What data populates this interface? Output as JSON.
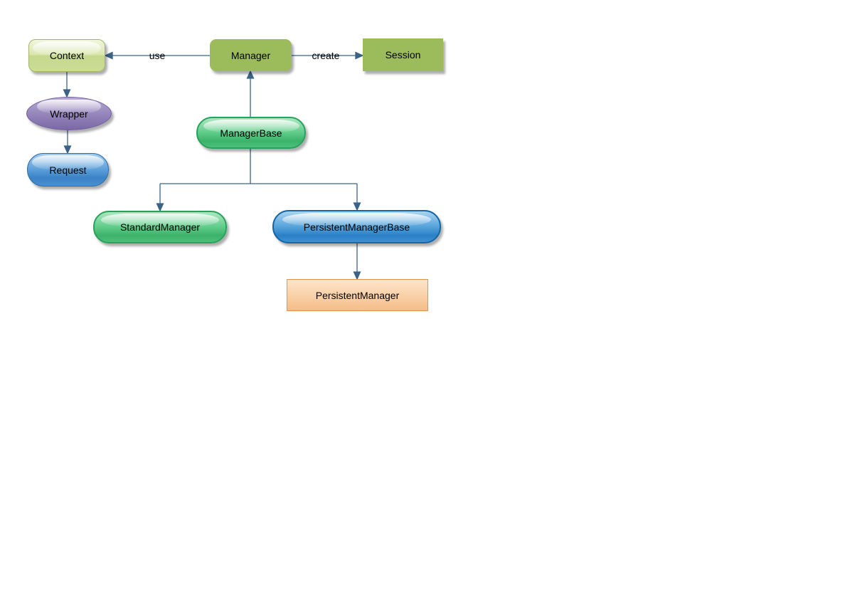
{
  "diagram": {
    "nodes": {
      "context": {
        "label": "Context",
        "shape": "rounded-rect",
        "color": "#cfe09e"
      },
      "manager": {
        "label": "Manager",
        "shape": "rounded-rect",
        "color": "#9cbb5a"
      },
      "session": {
        "label": "Session",
        "shape": "rect",
        "color": "#9cbb5a"
      },
      "wrapper": {
        "label": "Wrapper",
        "shape": "ellipse",
        "color": "#9384ba"
      },
      "request": {
        "label": "Request",
        "shape": "pill",
        "color": "#5c9fd8"
      },
      "manager_base": {
        "label": "ManagerBase",
        "shape": "pill",
        "color": "#5fcc89"
      },
      "standard_manager": {
        "label": "StandardManager",
        "shape": "pill",
        "color": "#5fcc89"
      },
      "persistent_manager_base": {
        "label": "PersistentManagerBase",
        "shape": "pill",
        "color": "#55a3db"
      },
      "persistent_manager": {
        "label": "PersistentManager",
        "shape": "rect",
        "color": "#f9d0a6"
      }
    },
    "edge_labels": {
      "use": "use",
      "create": "create"
    },
    "edges": [
      {
        "from": "manager",
        "to": "context",
        "label": "use"
      },
      {
        "from": "manager",
        "to": "session",
        "label": "create"
      },
      {
        "from": "context",
        "to": "wrapper"
      },
      {
        "from": "wrapper",
        "to": "request"
      },
      {
        "from": "manager_base",
        "to": "manager"
      },
      {
        "from": "manager_base",
        "to": "standard_manager"
      },
      {
        "from": "manager_base",
        "to": "persistent_manager_base"
      },
      {
        "from": "persistent_manager_base",
        "to": "persistent_manager"
      }
    ],
    "colors": {
      "connector": "#3b6387",
      "background": "#ffffff",
      "olive_green": "#9cbb5a",
      "glossy_green_border": "#25a25b",
      "glossy_blue_border": "#1566a5",
      "orange_border": "#e2924a",
      "purple_border": "#6f5f9e"
    }
  }
}
